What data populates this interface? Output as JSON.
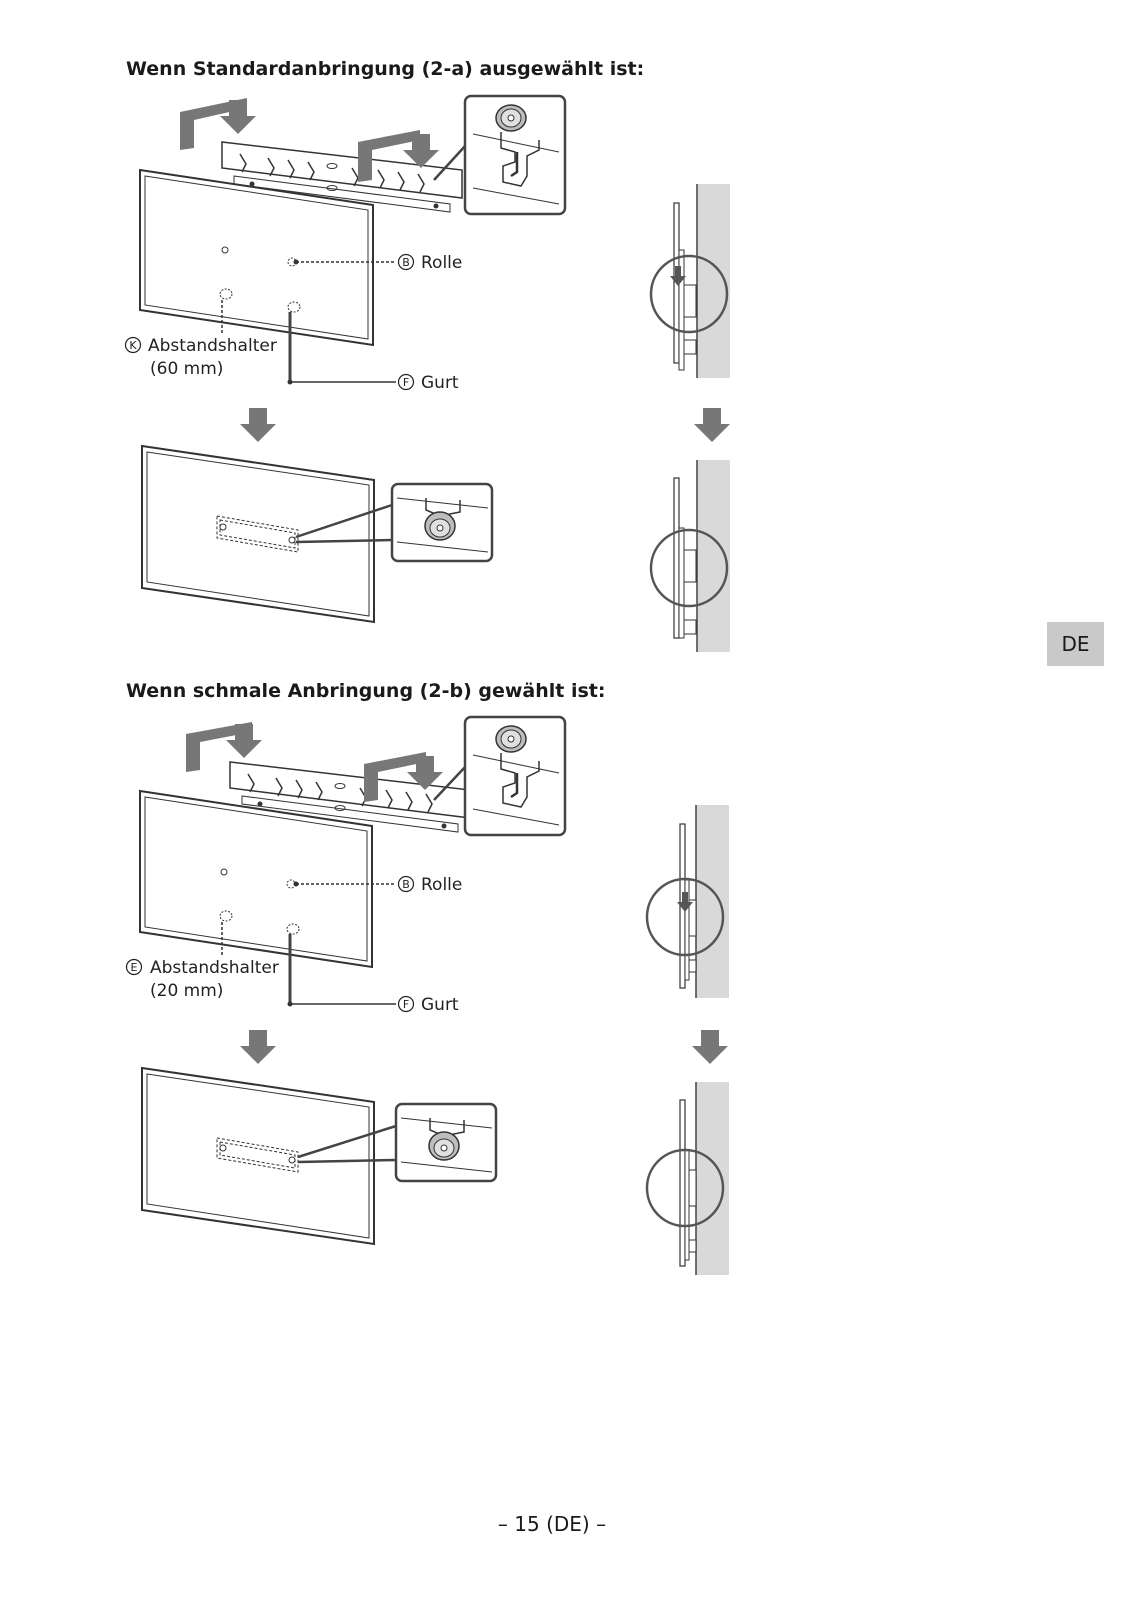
{
  "sections": [
    {
      "heading": "Wenn Standardanbringung (2-a) ausgewählt ist:",
      "labels": {
        "roller_letter": "B",
        "roller": "Rolle",
        "spacer_letter": "K",
        "spacer": "Abstandshalter",
        "spacer_size": "(60 mm)",
        "belt_letter": "F",
        "belt": "Gurt"
      }
    },
    {
      "heading": "Wenn schmale Anbringung (2-b) gewählt ist:",
      "labels": {
        "roller_letter": "B",
        "roller": "Rolle",
        "spacer_letter": "E",
        "spacer": "Abstandshalter",
        "spacer_size": "(20 mm)",
        "belt_letter": "F",
        "belt": "Gurt"
      }
    }
  ],
  "side_tab": "DE",
  "page_number": "– 15 (DE) –"
}
